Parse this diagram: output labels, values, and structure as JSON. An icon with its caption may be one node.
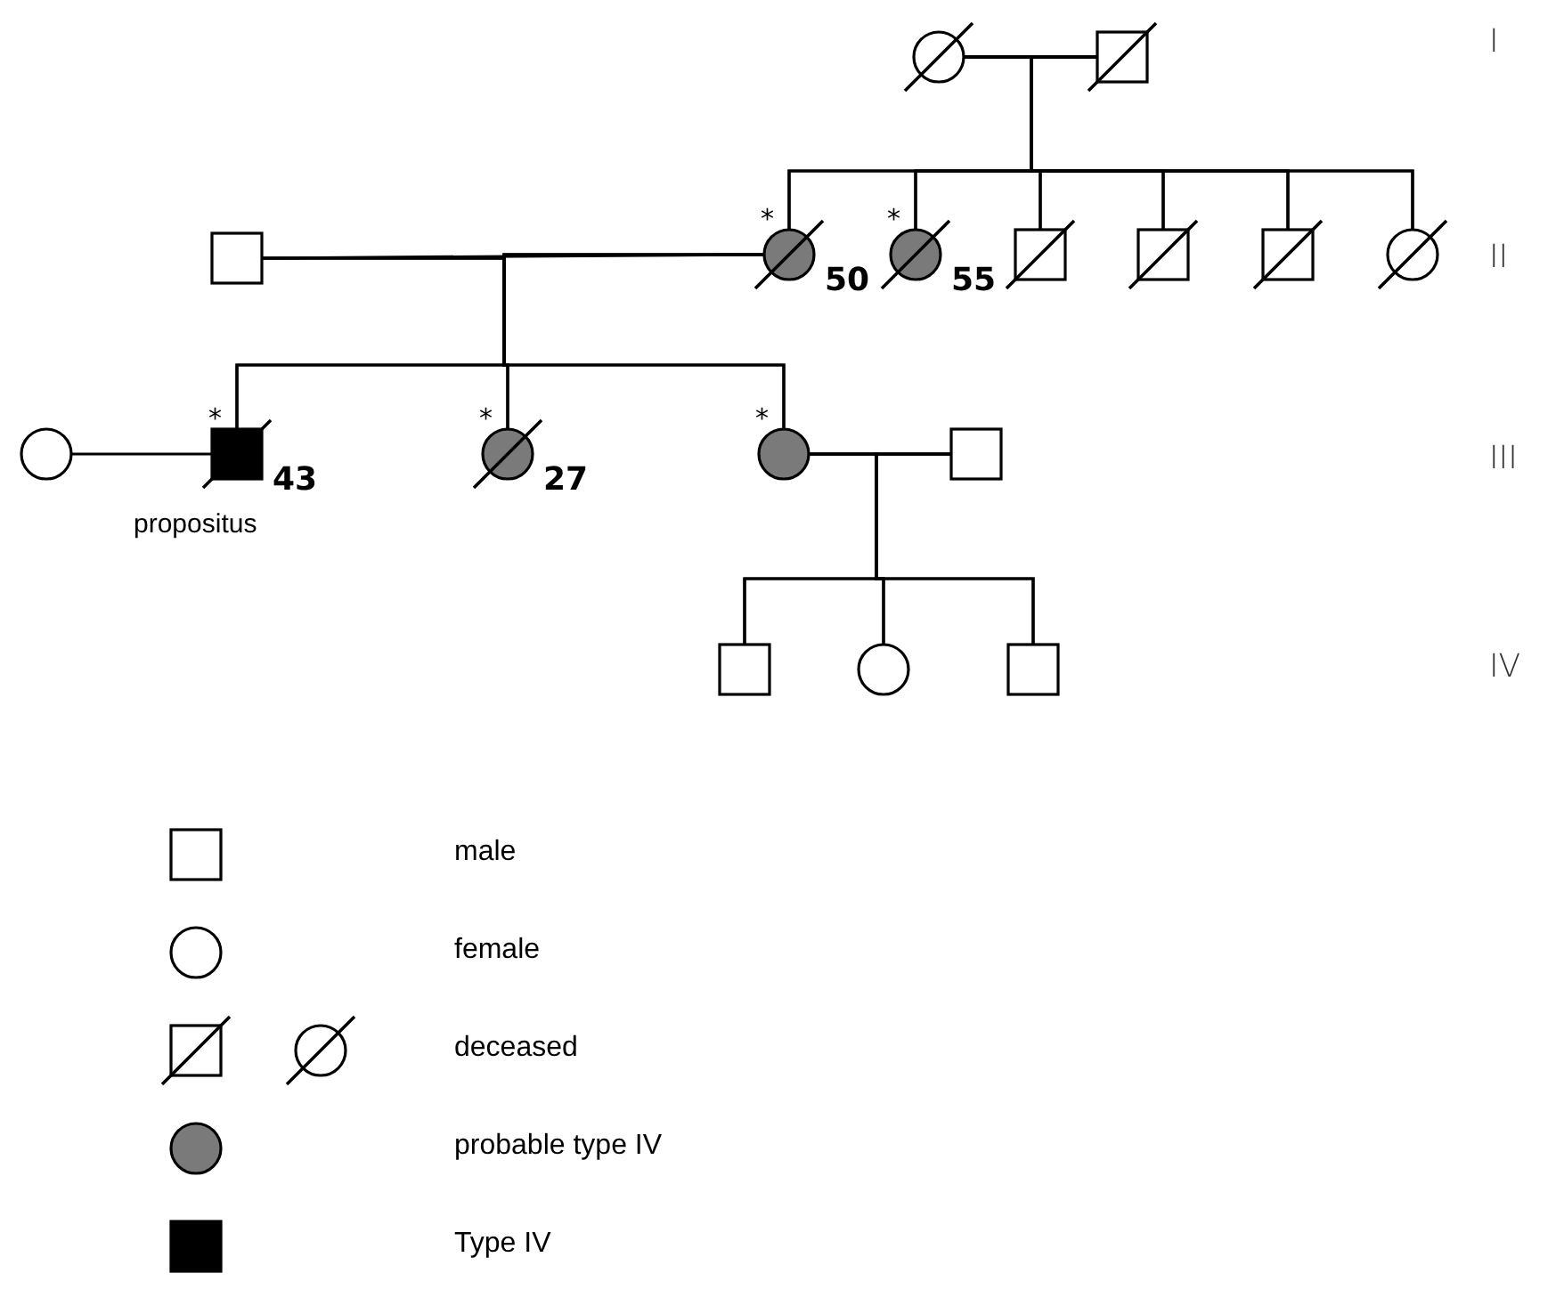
{
  "diagram": {
    "nodes": [
      {
        "text": [],
        "shape": "circle"
      },
      {
        "text": [],
        "shape": "box"
      },
      {
        "text": [],
        "shape": "box"
      },
      {
        "text": [],
        "shape": "circle",
        "beside": [
          "*",
          "50"
        ]
      },
      {
        "text": [],
        "shape": "circle",
        "beside": [
          "*",
          "55"
        ]
      },
      {
        "text": [],
        "shape": "box"
      },
      {
        "text": [],
        "shape": "box"
      },
      {
        "text": [],
        "shape": "box"
      },
      {
        "text": [],
        "shape": "circle"
      },
      {
        "text": [],
        "shape": "circle"
      },
      {
        "text": [],
        "shape": "box",
        "beside": [
          "*",
          "43",
          "propositus"
        ]
      },
      {
        "text": [],
        "shape": "circle",
        "beside": [
          "*",
          "27"
        ]
      },
      {
        "text": [],
        "shape": "circle",
        "beside": [
          "*"
        ]
      },
      {
        "text": [],
        "shape": "box"
      },
      {
        "text": [],
        "shape": "box"
      },
      {
        "text": [],
        "shape": "circle"
      },
      {
        "text": [],
        "shape": "box"
      }
    ],
    "edges": [
      {
        "from": 0,
        "to": 1,
        "arrow": "none"
      },
      {
        "from": 0,
        "to": 3,
        "arrow": "none"
      },
      {
        "from": 1,
        "to": 3,
        "arrow": "none"
      },
      {
        "from": 0,
        "to": 4,
        "arrow": "none"
      },
      {
        "from": 1,
        "to": 4,
        "arrow": "none"
      },
      {
        "from": 0,
        "to": 5,
        "arrow": "none"
      },
      {
        "from": 1,
        "to": 5,
        "arrow": "none"
      },
      {
        "from": 0,
        "to": 6,
        "arrow": "none"
      },
      {
        "from": 1,
        "to": 6,
        "arrow": "none"
      },
      {
        "from": 0,
        "to": 7,
        "arrow": "none"
      },
      {
        "from": 1,
        "to": 7,
        "arrow": "none"
      },
      {
        "from": 0,
        "to": 8,
        "arrow": "none"
      },
      {
        "from": 1,
        "to": 8,
        "arrow": "none"
      },
      {
        "from": 2,
        "to": 3,
        "arrow": "none"
      },
      {
        "from": 2,
        "to": 10,
        "arrow": "none"
      },
      {
        "from": 3,
        "to": 10,
        "arrow": "none"
      },
      {
        "from": 2,
        "to": 11,
        "arrow": "none"
      },
      {
        "from": 3,
        "to": 11,
        "arrow": "none"
      },
      {
        "from": 2,
        "to": 12,
        "arrow": "none"
      },
      {
        "from": 3,
        "to": 12,
        "arrow": "none"
      },
      {
        "from": 9,
        "to": 10,
        "arrow": "none"
      },
      {
        "from": 12,
        "to": 13,
        "arrow": "none"
      },
      {
        "from": 12,
        "to": 14,
        "arrow": "none"
      },
      {
        "from": 13,
        "to": 14,
        "arrow": "none"
      },
      {
        "from": 12,
        "to": 15,
        "arrow": "none"
      },
      {
        "from": 13,
        "to": 15,
        "arrow": "none"
      },
      {
        "from": 12,
        "to": 16,
        "arrow": "none"
      },
      {
        "from": 13,
        "to": 16,
        "arrow": "none"
      }
    ],
    "labels": [
      "I",
      "II",
      "III",
      "IV"
    ],
    "legend": [
      {
        "text": "male"
      },
      {
        "text": "female"
      },
      {
        "text": "deceased"
      },
      {
        "text": "probable type IV",
        "color": "#7a7a7a"
      },
      {
        "text": "Type IV",
        "color": "#000000"
      }
    ]
  }
}
